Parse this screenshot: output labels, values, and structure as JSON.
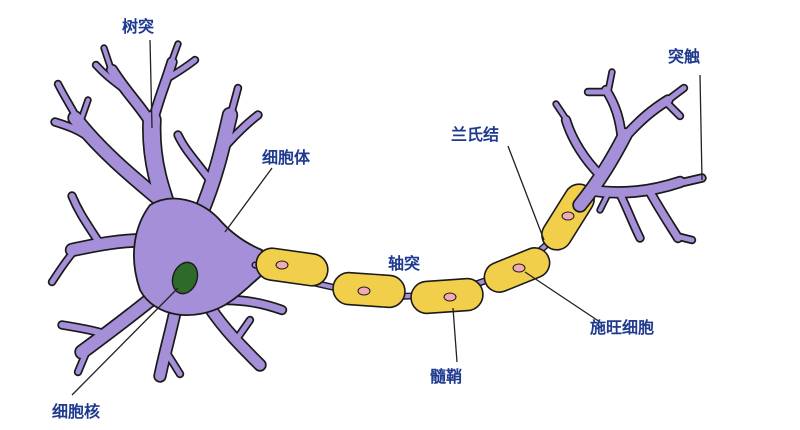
{
  "labels": {
    "dendrite": "树突",
    "cell_body": "细胞体",
    "nucleus": "细胞核",
    "axon": "轴突",
    "myelin_sheath": "髓鞘",
    "node_of_ranvier": "兰氏结",
    "schwann_cell": "施旺细胞",
    "synapse": "突触"
  },
  "colors": {
    "neuron": "#a58fd8",
    "myelin": "#f2cf4a",
    "schwann_nucleus": "#f2a9b6",
    "nucleus": "#2e6b2a",
    "label": "#1f3a8f",
    "outline": "#1a1a1a"
  }
}
